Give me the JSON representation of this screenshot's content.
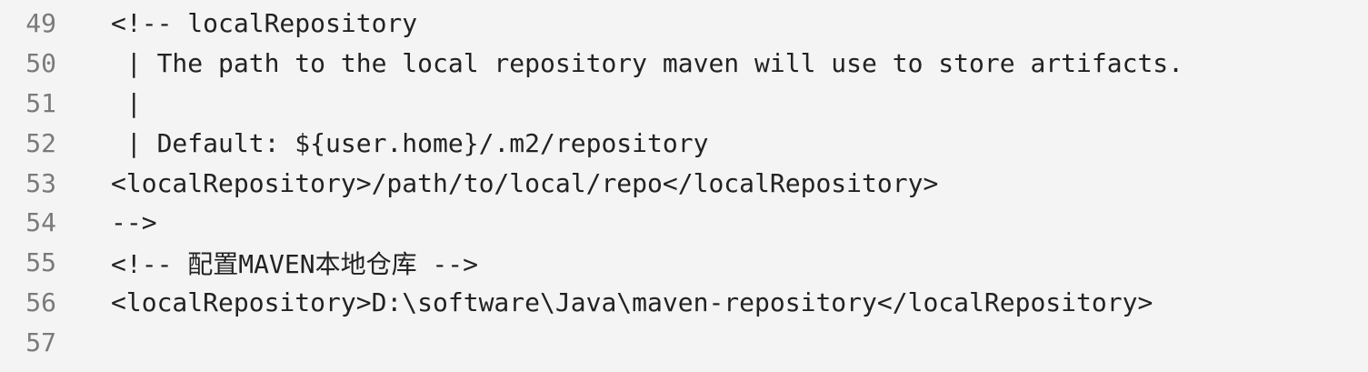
{
  "editor": {
    "lines": [
      {
        "number": "49",
        "text": "<!-- localRepository"
      },
      {
        "number": "50",
        "text": " | The path to the local repository maven will use to store artifacts."
      },
      {
        "number": "51",
        "text": " |"
      },
      {
        "number": "52",
        "text": " | Default: ${user.home}/.m2/repository"
      },
      {
        "number": "53",
        "text": "<localRepository>/path/to/local/repo</localRepository>"
      },
      {
        "number": "54",
        "text": "-->"
      },
      {
        "number": "55",
        "text": "<!-- 配置MAVEN本地仓库 -->"
      },
      {
        "number": "56",
        "text": "<localRepository>D:\\software\\Java\\maven-repository</localRepository>"
      },
      {
        "number": "57",
        "text": ""
      }
    ]
  }
}
